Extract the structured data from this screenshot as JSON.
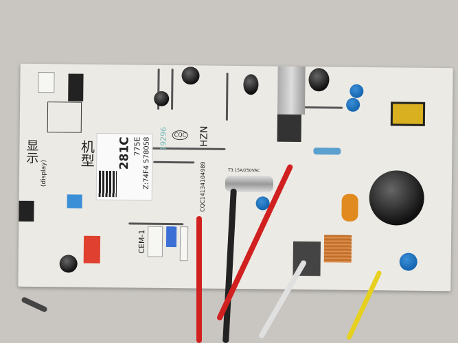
{
  "label": {
    "line1": "281C",
    "line2": "775E",
    "line3": "Z:74F4 578058"
  },
  "silkscreen": {
    "hzn": "HZN",
    "cem": "CEM-1",
    "cqc": "CQC14134104989",
    "fuse": "T3.15A/250VAC",
    "display_cn": "显示",
    "display_en": "(display)",
    "model_cn": "机型",
    "date_stamp": "19296",
    "cqc_logo": "CQC"
  }
}
